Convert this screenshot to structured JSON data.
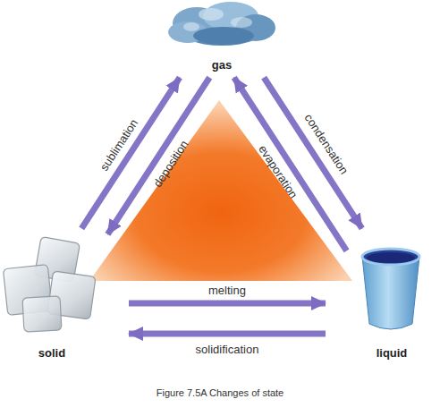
{
  "diagram": {
    "caption": "Figure 7.5A Changes of state",
    "nodes": [
      {
        "text": [
          "gas"
        ]
      },
      {
        "text": [
          "solid"
        ]
      },
      {
        "text": [
          "liquid"
        ]
      }
    ],
    "edges": [
      {
        "from": 1,
        "to": 0,
        "label": "sublimation",
        "arrow": "to"
      },
      {
        "from": 0,
        "to": 1,
        "label": "deposition",
        "arrow": "to"
      },
      {
        "from": 0,
        "to": 2,
        "label": "condensation",
        "arrow": "to"
      },
      {
        "from": 2,
        "to": 0,
        "label": "evaporation",
        "arrow": "to"
      },
      {
        "from": 1,
        "to": 2,
        "label": "melting",
        "arrow": "to"
      },
      {
        "from": 2,
        "to": 1,
        "label": "solidification",
        "arrow": "to"
      }
    ]
  }
}
